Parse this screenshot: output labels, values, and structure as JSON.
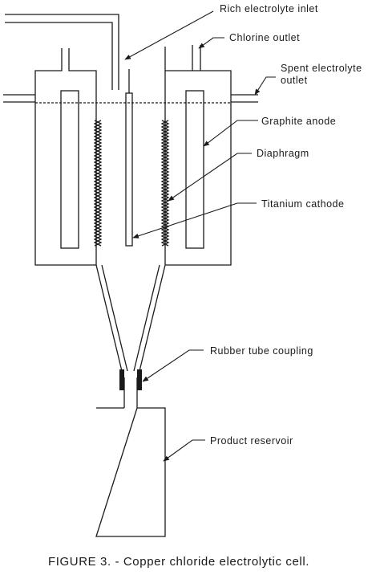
{
  "labels": {
    "rich_inlet": "Rich electrolyte inlet",
    "chlorine_outlet": "Chlorine outlet",
    "spent_line1": "Spent electrolyte",
    "spent_line2": "outlet",
    "graphite_anode": "Graphite anode",
    "diaphragm": "Diaphragm",
    "titanium_cathode": "Titanium cathode",
    "rubber_coupling": "Rubber tube coupling",
    "product_reservoir": "Product reservoir"
  },
  "caption": "FIGURE 3. - Copper chloride electrolytic cell."
}
